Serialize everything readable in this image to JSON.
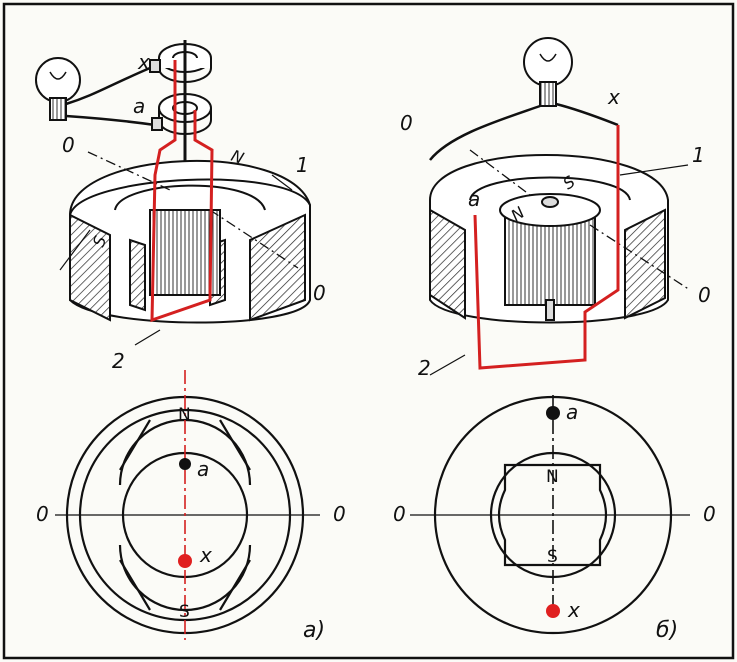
{
  "labels": {
    "x": "x",
    "a": "a",
    "zero": "0",
    "one": "1",
    "two": "2",
    "N": "N",
    "S": "S"
  },
  "captions": {
    "a": "a)",
    "b": "б)"
  },
  "colors": {
    "coil": "#d42020",
    "terminal_x": "#e02020",
    "terminal_a": "#111111",
    "background": "#fbfbf7"
  }
}
